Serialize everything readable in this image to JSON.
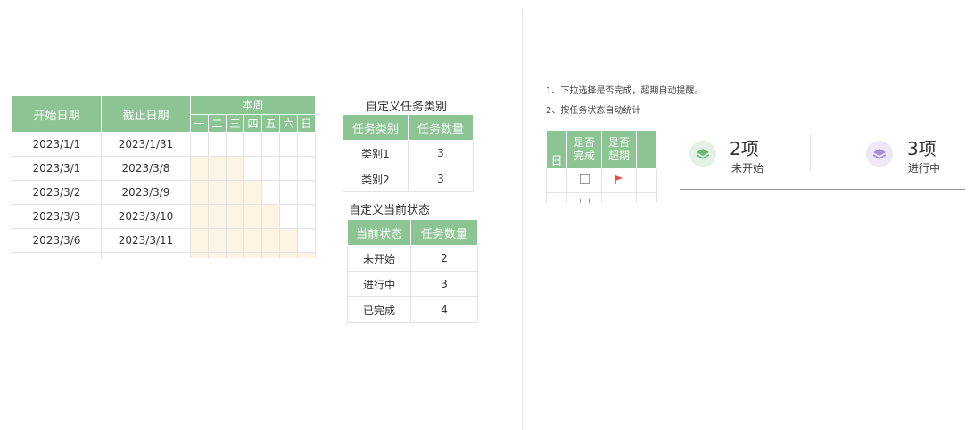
{
  "gantt": {
    "headers": {
      "start": "开始日期",
      "end": "截止日期",
      "week": "本周"
    },
    "weekdays": [
      "一",
      "二",
      "三",
      "四",
      "五",
      "六",
      "日"
    ],
    "rows": [
      {
        "start": "2023/1/1",
        "end": "2023/1/31",
        "fill": [
          0,
          0,
          0,
          0,
          0,
          0,
          0
        ]
      },
      {
        "start": "2023/3/1",
        "end": "2023/3/8",
        "fill": [
          1,
          1,
          1,
          0,
          0,
          0,
          0
        ]
      },
      {
        "start": "2023/3/2",
        "end": "2023/3/9",
        "fill": [
          1,
          1,
          1,
          1,
          0,
          0,
          0
        ]
      },
      {
        "start": "2023/3/3",
        "end": "2023/3/10",
        "fill": [
          1,
          1,
          1,
          1,
          1,
          0,
          0
        ]
      },
      {
        "start": "2023/3/6",
        "end": "2023/3/11",
        "fill": [
          1,
          1,
          1,
          1,
          1,
          1,
          0
        ]
      }
    ]
  },
  "category": {
    "title": "自定义任务类别",
    "headers": [
      "任务类别",
      "任务数量"
    ],
    "rows": [
      [
        "类别1",
        "3"
      ],
      [
        "类别2",
        "3"
      ]
    ]
  },
  "status": {
    "title": "自定义当前状态",
    "headers": [
      "当前状态",
      "任务数量"
    ],
    "rows": [
      [
        "未开始",
        "2"
      ],
      [
        "进行中",
        "3"
      ],
      [
        "已完成",
        "4"
      ]
    ]
  },
  "notes": [
    "1、下拉选择是否完成，超期自动提醒。",
    "2、按任务状态自动统计"
  ],
  "mini": {
    "col0": "日",
    "col1": "是否\n完成",
    "col2": "是否\n超期"
  },
  "stats": [
    {
      "num": "2项",
      "label": "未开始",
      "color": "#e3f2e5",
      "icon_color": "#6bb57a"
    },
    {
      "num": "3项",
      "label": "进行中",
      "color": "#efe7f7",
      "icon_color": "#a58bd0"
    }
  ]
}
